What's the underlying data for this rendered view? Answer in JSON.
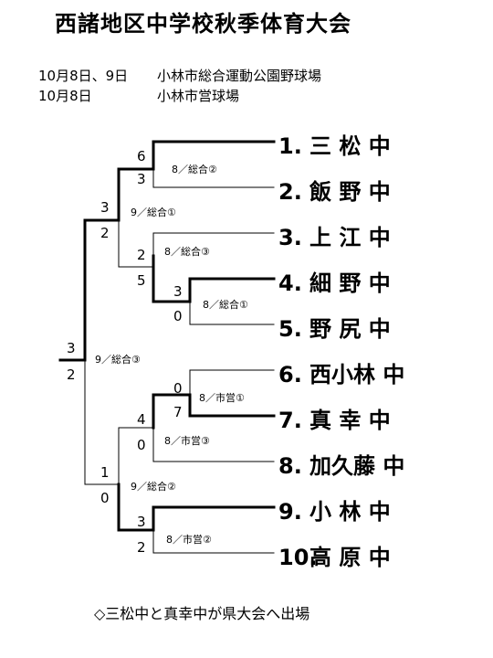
{
  "title": "西諸地区中学校秋季体育大会",
  "schedule": [
    {
      "date": "10月8日、9日",
      "venue": "小林市総合運動公園野球場"
    },
    {
      "date": "10月8日",
      "venue": "小林市営球場"
    }
  ],
  "teams": [
    {
      "num": "1.",
      "name": "三 松 中"
    },
    {
      "num": "2.",
      "name": "飯 野 中"
    },
    {
      "num": "3.",
      "name": "上 江 中"
    },
    {
      "num": "4.",
      "name": "細 野 中"
    },
    {
      "num": "5.",
      "name": "野 尻 中"
    },
    {
      "num": "6.",
      "name": "西小林 中"
    },
    {
      "num": "7.",
      "name": "真 幸 中"
    },
    {
      "num": "8.",
      "name": "加久藤 中"
    },
    {
      "num": "9.",
      "name": "小 林 中"
    },
    {
      "num": "10.",
      "name": "高 原 中"
    }
  ],
  "matches": [
    {
      "id": "m1",
      "venue": "8／総合②",
      "score_top": "6",
      "score_bottom": "3"
    },
    {
      "id": "m2",
      "venue": "8／総合①",
      "score_top": "3",
      "score_bottom": "0"
    },
    {
      "id": "m3",
      "venue": "8／総合③",
      "score_top": "2",
      "score_bottom": "5"
    },
    {
      "id": "m4",
      "venue": "8／市営①",
      "score_top": "0",
      "score_bottom": "7"
    },
    {
      "id": "m5",
      "venue": "8／市営③",
      "score_top": "4",
      "score_bottom": "0"
    },
    {
      "id": "m6",
      "venue": "8／市営②",
      "score_top": "3",
      "score_bottom": "2"
    },
    {
      "id": "m7",
      "venue": "9／総合①",
      "score_top": "3",
      "score_bottom": "2"
    },
    {
      "id": "m8",
      "venue": "9／総合②",
      "score_top": "1",
      "score_bottom": "0"
    },
    {
      "id": "final",
      "venue": "9／総合③",
      "score_top": "3",
      "score_bottom": "2"
    }
  ],
  "footer": "◇三松中と真幸中が県大会へ出場"
}
